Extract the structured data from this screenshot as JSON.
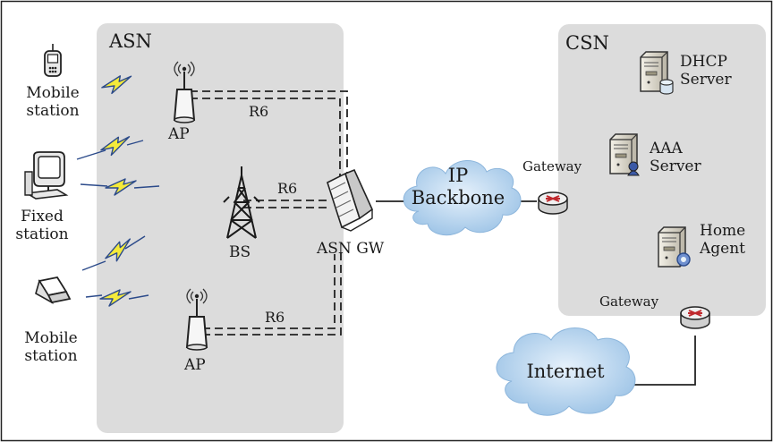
{
  "regions": {
    "asn_title": "ASN",
    "csn_title": "CSN"
  },
  "stations": {
    "mobile_top": [
      "Mobile",
      "station"
    ],
    "fixed": [
      "Fixed",
      "station"
    ],
    "mobile_bottom": [
      "Mobile",
      "station"
    ]
  },
  "access": {
    "ap_top": "AP",
    "bs": "BS",
    "ap_bottom": "AP",
    "gateway": "ASN GW"
  },
  "links": {
    "r6_top": "R6",
    "r6_middle": "R6",
    "r6_bottom": "R6"
  },
  "clouds": {
    "backbone": [
      "IP",
      "Backbone"
    ],
    "internet": "Internet"
  },
  "gateways": {
    "csn_top": "Gateway",
    "csn_bottom": "Gateway"
  },
  "servers": {
    "dhcp": [
      "DHCP",
      "Server"
    ],
    "aaa": [
      "AAA",
      "Server"
    ],
    "home_agent": [
      "Home",
      "Agent"
    ]
  },
  "colors": {
    "asn_fill": "#dcdcdc",
    "csn_fill": "#dcdcdc",
    "cloud_fill": "#bcd8ef",
    "lightning_fill": "#f4ea3a",
    "lightning_stroke": "#2b4a8a"
  },
  "icons": [
    "antenna-icon",
    "tower-icon",
    "switch-icon",
    "router-icon",
    "server-icon",
    "phone-icon",
    "desktop-icon",
    "laptop-icon",
    "lightning-icon",
    "cloud-icon"
  ]
}
